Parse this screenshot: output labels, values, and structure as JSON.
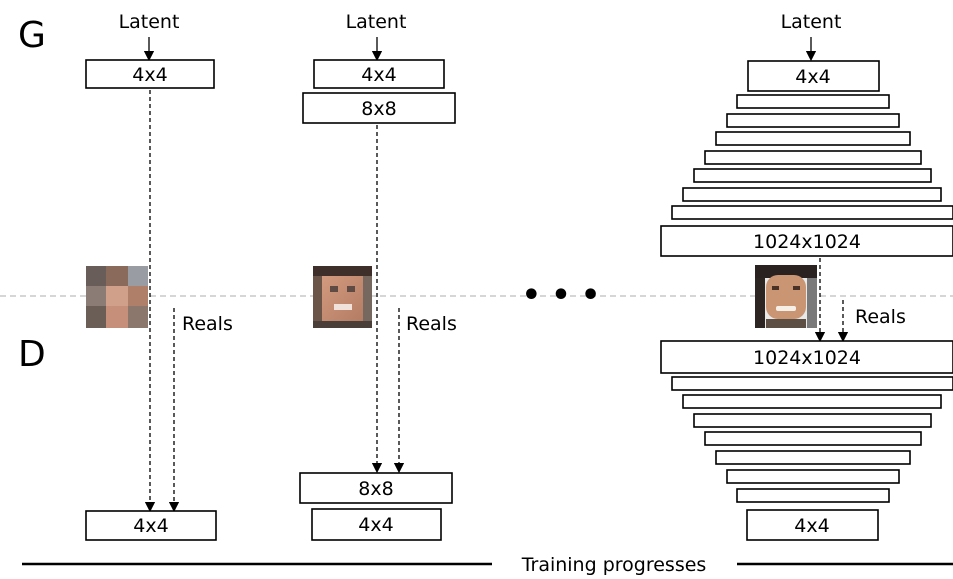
{
  "labels": {
    "generator": "G",
    "discriminator": "D",
    "latent": "Latent",
    "reals": "Reals",
    "ellipsis": "• • •",
    "training_progresses": "Training progresses"
  },
  "stages": [
    {
      "generator_blocks": [
        "4x4"
      ],
      "discriminator_blocks": [
        "4x4"
      ]
    },
    {
      "generator_blocks": [
        "4x4",
        "8x8"
      ],
      "discriminator_blocks": [
        "8x8",
        "4x4"
      ]
    },
    {
      "generator_blocks": [
        "4x4",
        "1024x1024"
      ],
      "discriminator_blocks": [
        "1024x1024",
        "4x4"
      ]
    }
  ]
}
